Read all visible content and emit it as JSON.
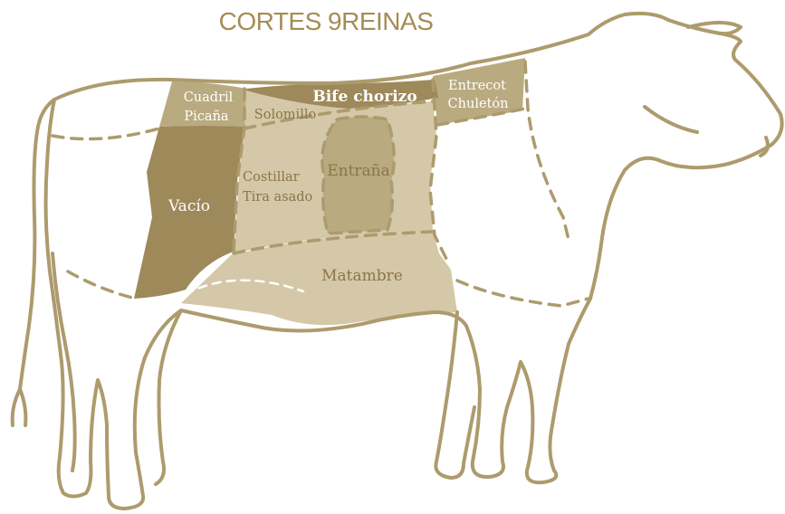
{
  "title": "CORTES 9REINAS",
  "colors": {
    "outline": "#ad9b6d",
    "cut_light": "#d4c8a8",
    "cut_medium": "#b9aa80",
    "cut_dark": "#9e895a",
    "title": "#a58c55",
    "label_light": "#ffffff",
    "label_dark": "#8c7547"
  },
  "cuts": {
    "cuadril_1": "Cuadril",
    "cuadril_2": "Picaña",
    "bife_chorizo": "Bife chorizo",
    "entrecot_1": "Entrecot",
    "entrecot_2": "Chuletón",
    "solomillo": "Solomillo",
    "costillar_1": "Costillar",
    "costillar_2": "Tira asado",
    "entrana": "Entraña",
    "vacio": "Vacío",
    "matambre": "Matambre"
  }
}
